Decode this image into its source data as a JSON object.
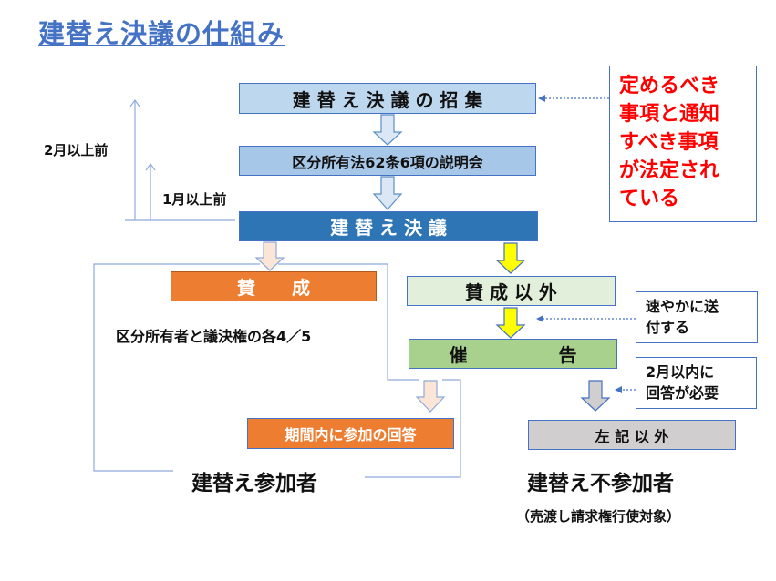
{
  "title": "建替え決議の仕組み",
  "flow": {
    "convocation": "建 替 え 決 議 の 招 集",
    "briefing": "区分所有法62条6項の説明会",
    "resolution": "建 替 え 決 議",
    "approve": "賛　　成",
    "other_than_approve": "賛 成 以 外",
    "demand": "催　　　　　告",
    "reply_in_period": "期間内に参加の回答",
    "others": "左 記 以 外"
  },
  "labels": {
    "two_months": "2月以上前",
    "one_month": "1月以上前",
    "majority": "区分所有者と議決権の各4／5",
    "participants": "建替え参加者",
    "non_participants": "建替え不参加者",
    "sale_claim": "（売渡し請求権行使対象）"
  },
  "notes": {
    "matters": [
      "定めるべき",
      "事項と通知",
      "すべき事項",
      "が法定され",
      "ている"
    ],
    "promptly": [
      "速やかに送",
      "付する"
    ],
    "within_two_months": [
      "2月以内に",
      "回答が必要"
    ]
  },
  "colors": {
    "blue_light": "#bdd7ee",
    "blue_dark": "#2e75b6",
    "orange": "#ed7d31",
    "green_light": "#e2efda",
    "green": "#a9d18e",
    "gray": "#d0cece",
    "yellow": "#ffff00",
    "red": "#ff0000",
    "line": "#4472c4"
  }
}
